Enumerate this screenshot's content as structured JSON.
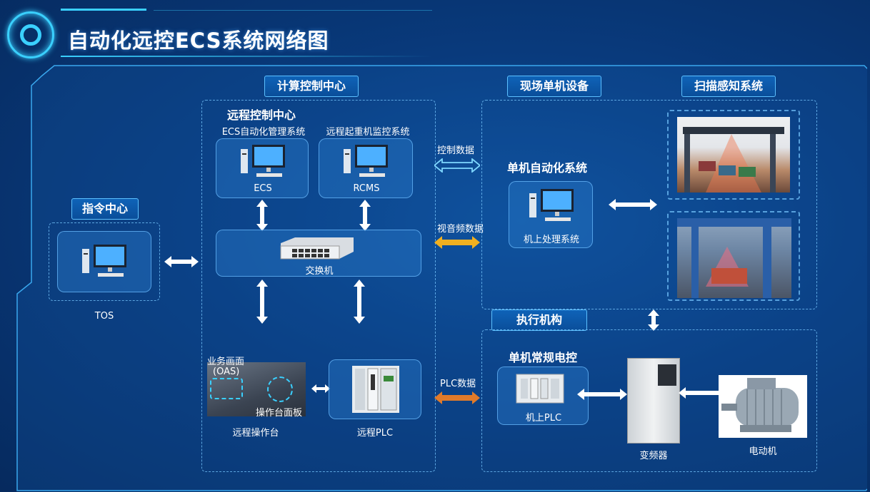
{
  "title": "自动化远控ECS系统网络图",
  "tags": {
    "command_center": "指令中心",
    "compute_center": "计算控制中心",
    "field_devices": "现场单机设备",
    "scan_system": "扫描感知系统",
    "actuators": "执行机构"
  },
  "sections": {
    "remote_center": "远程控制中心",
    "single_auto": "单机自动化系统",
    "single_control": "单机常规电控"
  },
  "captions": {
    "ecs_system": "ECS自动化管理系统",
    "rcms_system": "远程起重机监控系统"
  },
  "nodes": {
    "tos": "TOS",
    "ecs": "ECS",
    "rcms": "RCMS",
    "switch": "交换机",
    "onboard_processing": "机上处理系统",
    "remote_console": "远程操作台",
    "remote_plc": "远程PLC",
    "onboard_plc": "机上PLC",
    "inverter": "变频器",
    "motor": "电动机",
    "oas_line1": "业务画面",
    "oas_line2": "(OAS)",
    "console_panel": "操作台面板"
  },
  "links": {
    "control_data": "控制数据",
    "av_data": "视音频数据",
    "plc_data": "PLC数据"
  },
  "colors": {
    "accent": "#3ad0ff",
    "av_arrow": "#f0b020",
    "plc_arrow": "#e07a2a",
    "control_arrow": "#7fd8ff"
  }
}
